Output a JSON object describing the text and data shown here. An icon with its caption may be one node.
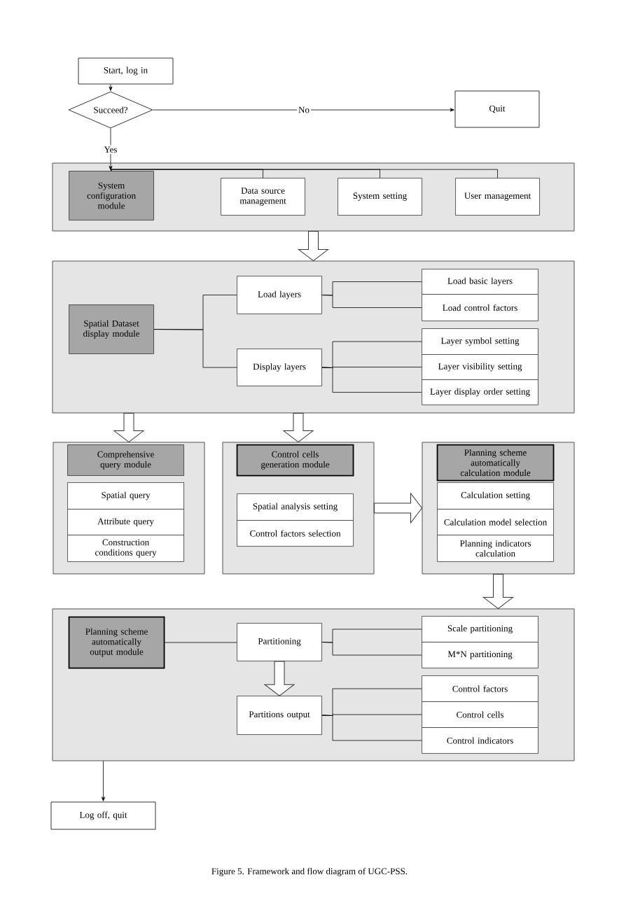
{
  "diagram": {
    "caption": "Figure 5.    Framework and flow diagram of UGC-PSS.",
    "nodes": [
      {
        "text": [
          "Start, log in"
        ]
      },
      {
        "text": [
          "Succeed?"
        ]
      },
      {
        "text": [
          "Quit"
        ]
      },
      {
        "text": [],
        "shape": "box"
      },
      {
        "text": [
          "System configuration module"
        ],
        "in": 3
      },
      {
        "text": [
          "Data source management"
        ],
        "in": 3
      },
      {
        "text": [
          "System setting"
        ],
        "in": 3
      },
      {
        "text": [
          "User management"
        ],
        "in": 3
      },
      {
        "text": [],
        "shape": "box"
      },
      {
        "text": [
          "Spatial Dataset display module"
        ],
        "in": 8
      },
      {
        "text": [
          "Load layers"
        ],
        "in": 8
      },
      {
        "text": [
          "Display layers"
        ],
        "in": 8
      },
      {
        "text": [
          "Load basic layers"
        ],
        "in": 8
      },
      {
        "text": [
          "Load control factors"
        ],
        "in": 8
      },
      {
        "text": [
          "Layer symbol setting"
        ],
        "in": 8
      },
      {
        "text": [
          "Layer visibility setting"
        ],
        "in": 8
      },
      {
        "text": [
          "Layer display order setting"
        ],
        "in": 8
      },
      {
        "text": [],
        "shape": "box"
      },
      {
        "text": [
          "Comprehensive query module"
        ],
        "in": 17
      },
      {
        "text": [
          "Spatial query"
        ],
        "in": 17
      },
      {
        "text": [
          "Attribute query"
        ],
        "in": 17
      },
      {
        "text": [
          "Construction conditions query"
        ],
        "in": 17
      },
      {
        "text": [],
        "shape": "box"
      },
      {
        "text": [
          "Control cells generation module"
        ],
        "in": 22
      },
      {
        "text": [
          "Spatial analysis setting"
        ],
        "in": 22
      },
      {
        "text": [
          "Control factors selection"
        ],
        "in": 22
      },
      {
        "text": [],
        "shape": "box"
      },
      {
        "text": [
          "Planning scheme automatically calculation module"
        ],
        "in": 26
      },
      {
        "text": [
          "Calculation setting"
        ],
        "in": 26
      },
      {
        "text": [
          "Calculation model selection"
        ],
        "in": 26
      },
      {
        "text": [
          "Planning indicators calculation"
        ],
        "in": 26
      },
      {
        "text": [],
        "shape": "box"
      },
      {
        "text": [
          "Planning scheme automatically output module"
        ],
        "in": 31
      },
      {
        "text": [
          "Partitioning"
        ],
        "in": 31
      },
      {
        "text": [
          "Partitions output"
        ],
        "in": 31
      },
      {
        "text": [
          "Scale partitioning"
        ],
        "in": 31
      },
      {
        "text": [
          "M*N partitioning"
        ],
        "in": 31
      },
      {
        "text": [
          "Control factors"
        ],
        "in": 31
      },
      {
        "text": [
          "Control cells"
        ],
        "in": 31
      },
      {
        "text": [
          "Control indicators"
        ],
        "in": 31
      },
      {
        "text": [
          "Log off, quit"
        ]
      }
    ],
    "edges": [
      {
        "from": 0,
        "to": 1,
        "arrow": "to"
      },
      {
        "from": 1,
        "to": 2,
        "arrow": "to",
        "label": "No"
      },
      {
        "from": 1,
        "to": 4,
        "arrow": "to",
        "label": "Yes"
      },
      {
        "from": 4,
        "to": 5,
        "arrow": "none"
      },
      {
        "from": 4,
        "to": 6,
        "arrow": "none"
      },
      {
        "from": 4,
        "to": 7,
        "arrow": "none"
      },
      {
        "from": 3,
        "to": 8,
        "arrow": "to",
        "style": "thick"
      },
      {
        "from": 9,
        "to": 10,
        "arrow": "none"
      },
      {
        "from": 9,
        "to": 11,
        "arrow": "none"
      },
      {
        "from": 10,
        "to": 12,
        "arrow": "none"
      },
      {
        "from": 10,
        "to": 13,
        "arrow": "none"
      },
      {
        "from": 11,
        "to": 14,
        "arrow": "none"
      },
      {
        "from": 11,
        "to": 15,
        "arrow": "none"
      },
      {
        "from": 11,
        "to": 16,
        "arrow": "none"
      },
      {
        "from": 8,
        "to": 17,
        "arrow": "to",
        "style": "thick"
      },
      {
        "from": 8,
        "to": 22,
        "arrow": "to",
        "style": "thick"
      },
      {
        "from": 22,
        "to": 26,
        "arrow": "to",
        "style": "thick"
      },
      {
        "from": 26,
        "to": 31,
        "arrow": "to",
        "style": "thick"
      },
      {
        "from": 32,
        "to": 33,
        "arrow": "none"
      },
      {
        "from": 33,
        "to": 35,
        "arrow": "none"
      },
      {
        "from": 33,
        "to": 36,
        "arrow": "none"
      },
      {
        "from": 33,
        "to": 34,
        "arrow": "to",
        "style": "thick"
      },
      {
        "from": 34,
        "to": 37,
        "arrow": "none"
      },
      {
        "from": 34,
        "to": 38,
        "arrow": "none"
      },
      {
        "from": 34,
        "to": 39,
        "arrow": "none"
      },
      {
        "from": 31,
        "to": 40,
        "arrow": "to"
      }
    ]
  }
}
